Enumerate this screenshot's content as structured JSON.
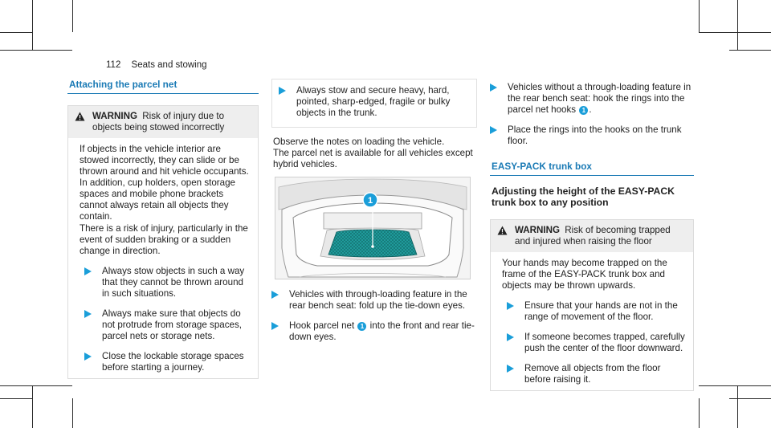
{
  "header": {
    "page_number": "112",
    "title": "Seats and stowing"
  },
  "col1": {
    "section_title": "Attaching the parcel net",
    "warning": {
      "label": "WARNING",
      "heading": "Risk of injury due to objects being stowed incorrectly",
      "para1": "If objects in the vehicle interior are stowed incorrectly, they can slide or be thrown around and hit vehicle occupants. In addition, cup holders, open storage spaces and mobile phone brackets cannot always retain all objects they contain.",
      "para2": "There is a risk of injury, particularly in the event of sudden braking or a sudden change in direction.",
      "steps": [
        "Always stow objects in such a way that they cannot be thrown around in such situations.",
        "Always make sure that objects do not protrude from storage spaces, parcel nets or storage nets.",
        "Close the lockable storage spaces before starting a journey."
      ]
    }
  },
  "col2": {
    "box_step": "Always stow and secure heavy, hard, pointed, sharp-edged, fragile or bulky objects in the trunk.",
    "note_line1": "Observe the notes on loading the vehicle.",
    "note_line2": "The parcel net is available for all vehicles except hybrid vehicles.",
    "figure_callout": "1",
    "step1": "Vehicles with through-loading feature in the rear bench seat: fold up the tie-down eyes.",
    "step2_pre": "Hook parcel net",
    "step2_badge": "1",
    "step2_post": "into the front and rear tie-down eyes."
  },
  "col3": {
    "step1_pre": "Vehicles without a through-loading feature in the rear bench seat: hook the rings into the parcel net hooks",
    "step1_badge": "1",
    "step1_post": ".",
    "step2": "Place the rings into the hooks on the trunk floor.",
    "section_title": "EASY-PACK trunk box",
    "subheading": "Adjusting the height of the EASY-PACK trunk box to any position",
    "warning": {
      "label": "WARNING",
      "heading": "Risk of becoming trapped and injured when raising the floor",
      "para1": "Your hands may become trapped on the frame of the EASY-PACK trunk box and objects may be thrown upwards.",
      "steps": [
        "Ensure that your hands are not in the range of movement of the floor.",
        "If someone becomes trapped, carefully push the center of the floor downward.",
        "Remove all objects from the floor before raising it."
      ]
    }
  },
  "colors": {
    "accent": "#1a7ab5",
    "badge": "#1a9ed9",
    "net": "#1f9a9a",
    "warning_bg": "#eeeeee"
  },
  "icons": {
    "warning": "warning-triangle-icon",
    "step": "arrow-right-icon"
  }
}
